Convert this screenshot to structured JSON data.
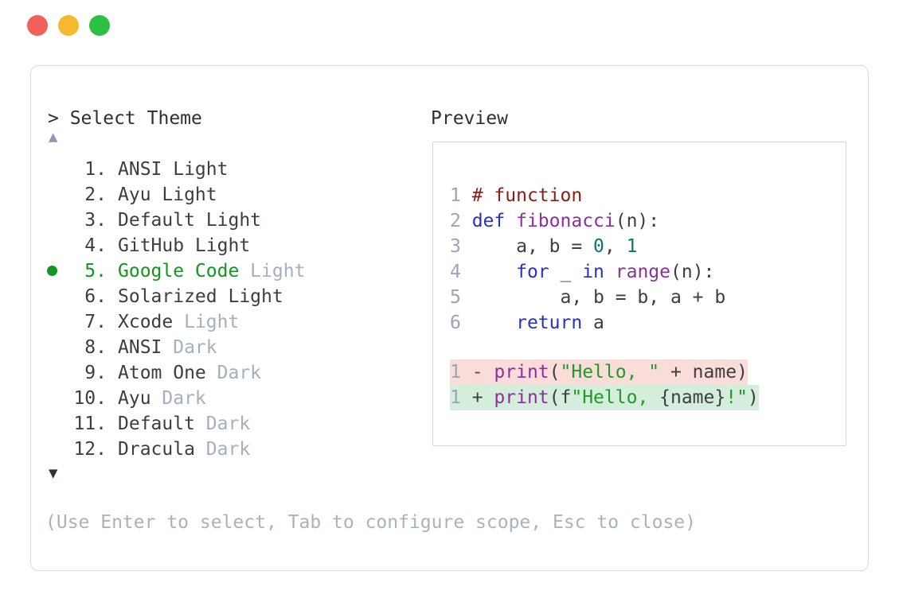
{
  "window": {
    "controls": [
      {
        "name": "close",
        "color": "#f2605a"
      },
      {
        "name": "minimize",
        "color": "#f5b92f"
      },
      {
        "name": "maximize",
        "color": "#2ec042"
      }
    ]
  },
  "theme_picker": {
    "prompt": "> Select Theme",
    "scroll_up_icon": "▲",
    "scroll_down_icon": "▼",
    "items": [
      {
        "number": "1.",
        "name": "ANSI Light",
        "suffix": "",
        "selected": false
      },
      {
        "number": "2.",
        "name": "Ayu Light",
        "suffix": "",
        "selected": false
      },
      {
        "number": "3.",
        "name": "Default Light",
        "suffix": "",
        "selected": false
      },
      {
        "number": "4.",
        "name": "GitHub Light",
        "suffix": "",
        "selected": false
      },
      {
        "number": "5.",
        "name": "Google Code",
        "suffix": "Light",
        "selected": true
      },
      {
        "number": "6.",
        "name": "Solarized Light",
        "suffix": "",
        "selected": false
      },
      {
        "number": "7.",
        "name": "Xcode",
        "suffix": "Light",
        "selected": false
      },
      {
        "number": "8.",
        "name": "ANSI",
        "suffix": "Dark",
        "selected": false
      },
      {
        "number": "9.",
        "name": "Atom One",
        "suffix": "Dark",
        "selected": false
      },
      {
        "number": "10.",
        "name": "Ayu",
        "suffix": "Dark",
        "selected": false
      },
      {
        "number": "11.",
        "name": "Default",
        "suffix": "Dark",
        "selected": false
      },
      {
        "number": "12.",
        "name": "Dracula",
        "suffix": "Dark",
        "selected": false
      }
    ],
    "hint": "(Use Enter to select, Tab to configure scope, Esc to close)"
  },
  "preview": {
    "label": "Preview",
    "code_lines": [
      {
        "num": "1",
        "tokens": [
          {
            "t": "# function",
            "c": "comment"
          }
        ]
      },
      {
        "num": "2",
        "tokens": [
          {
            "t": "def",
            "c": "keyword"
          },
          {
            "t": " ",
            "c": "plain"
          },
          {
            "t": "fibonacci",
            "c": "func"
          },
          {
            "t": "(n):",
            "c": "plain"
          }
        ]
      },
      {
        "num": "3",
        "tokens": [
          {
            "t": "    a, b = ",
            "c": "plain"
          },
          {
            "t": "0",
            "c": "number"
          },
          {
            "t": ", ",
            "c": "plain"
          },
          {
            "t": "1",
            "c": "number"
          }
        ]
      },
      {
        "num": "4",
        "tokens": [
          {
            "t": "    ",
            "c": "plain"
          },
          {
            "t": "for",
            "c": "keyword"
          },
          {
            "t": " _ ",
            "c": "plain"
          },
          {
            "t": "in",
            "c": "keyword"
          },
          {
            "t": " ",
            "c": "plain"
          },
          {
            "t": "range",
            "c": "func"
          },
          {
            "t": "(n):",
            "c": "plain"
          }
        ]
      },
      {
        "num": "5",
        "tokens": [
          {
            "t": "        a, b = b, a + b",
            "c": "plain"
          }
        ]
      },
      {
        "num": "6",
        "tokens": [
          {
            "t": "    ",
            "c": "plain"
          },
          {
            "t": "return",
            "c": "keyword"
          },
          {
            "t": " a",
            "c": "plain"
          }
        ]
      }
    ],
    "diff_lines": [
      {
        "num": "1",
        "kind": "removed",
        "tokens": [
          {
            "t": "- ",
            "c": "minus"
          },
          {
            "t": "print",
            "c": "func"
          },
          {
            "t": "(",
            "c": "plain"
          },
          {
            "t": "\"Hello, \"",
            "c": "string"
          },
          {
            "t": " + name)",
            "c": "plain"
          }
        ]
      },
      {
        "num": "1",
        "kind": "added",
        "tokens": [
          {
            "t": "+ ",
            "c": "plus"
          },
          {
            "t": "print",
            "c": "func"
          },
          {
            "t": "(f",
            "c": "plain"
          },
          {
            "t": "\"Hello, ",
            "c": "string"
          },
          {
            "t": "{name}",
            "c": "plain"
          },
          {
            "t": "!\"",
            "c": "string"
          },
          {
            "t": ")",
            "c": "plain"
          }
        ]
      }
    ]
  },
  "colors": {
    "selected_green": "#11961f",
    "muted_gray": "#a6afbd",
    "hint_gray": "#a9b2c0",
    "text_dark": "#3b3e43",
    "line_number": "#9ba4b6",
    "comment": "#8e1c12",
    "keyword": "#2733bb",
    "function_name": "#8d2f9d",
    "number_literal": "#0c7570",
    "string": "#1f9928",
    "diff_removed_bg": "#fadcd9",
    "diff_added_bg": "#d4eedb",
    "panel_border": "#d7dbe1",
    "preview_border": "#d3d7dd",
    "scroll_up": "#8d99b2",
    "scroll_down": "#2e3136"
  }
}
